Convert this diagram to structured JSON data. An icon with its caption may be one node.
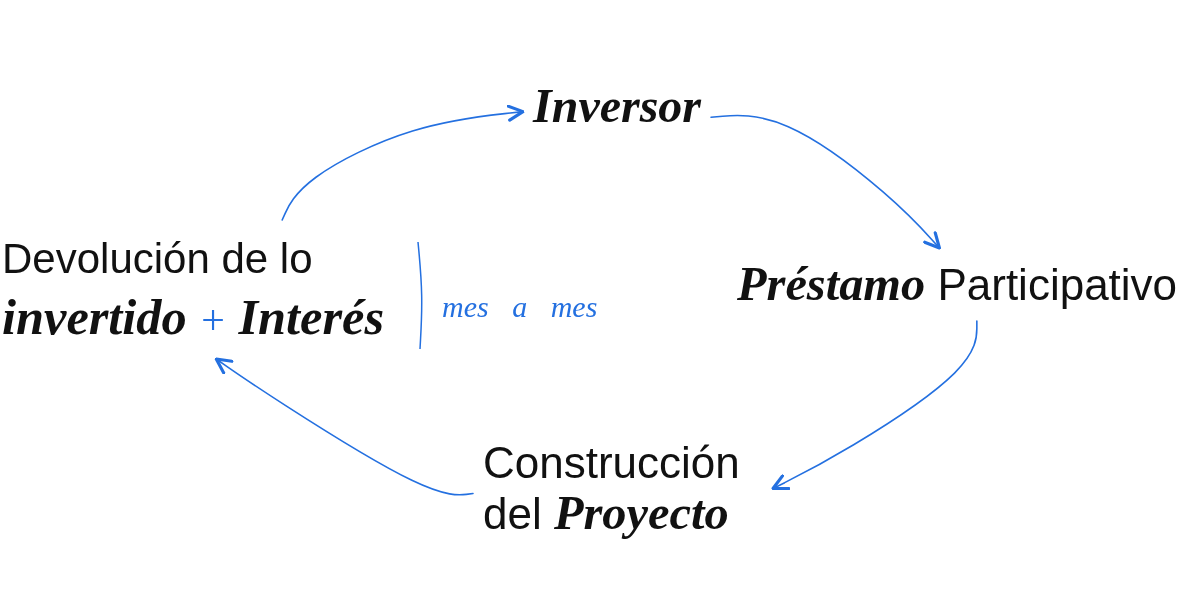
{
  "diagram": {
    "nodes": [
      {
        "text": [
          "Inversor"
        ]
      },
      {
        "text": [
          "Devolución de lo **invertido** *+* **Interés**"
        ],
        "beside": [
          "mes a mes"
        ]
      },
      {
        "text": [
          "**Préstamo** Participativo"
        ]
      },
      {
        "text": [
          "Construcción del **Proyecto**"
        ]
      }
    ],
    "edges": [
      {
        "from": 1,
        "to": 0,
        "arrow": "to"
      },
      {
        "from": 0,
        "to": 2,
        "arrow": "to"
      },
      {
        "from": 2,
        "to": 3,
        "arrow": "to"
      },
      {
        "from": 3,
        "to": 1,
        "arrow": "to"
      }
    ]
  }
}
